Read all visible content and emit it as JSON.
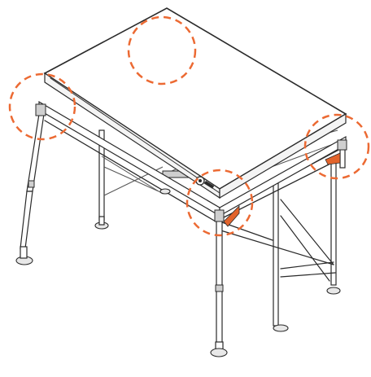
{
  "colors": {
    "highlight": "#ec6a33",
    "accent_part": "#e2642c",
    "structure": "#2a2a2a",
    "background": "#ffffff"
  },
  "callouts": [
    {
      "id": "roof-center"
    },
    {
      "id": "left-corner"
    },
    {
      "id": "front-corner"
    },
    {
      "id": "right-corner"
    }
  ]
}
